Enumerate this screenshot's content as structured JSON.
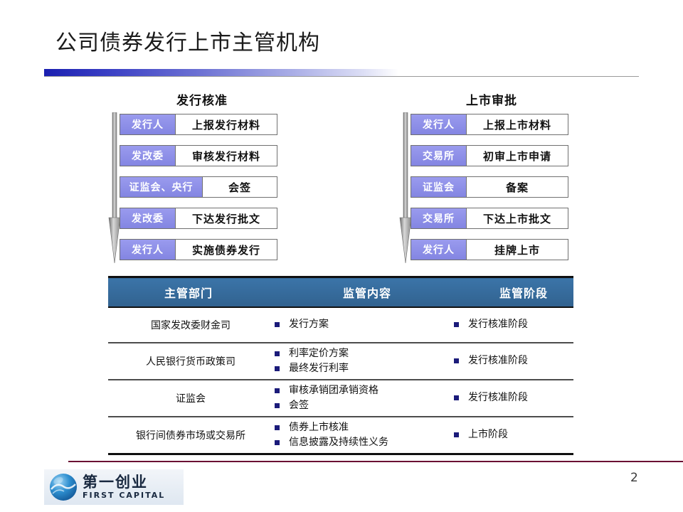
{
  "slide": {
    "title": "公司债券发行上市主管机构",
    "page_number": "2"
  },
  "flows": {
    "left": {
      "heading": "发行核准",
      "arrow_icon": "arrow-down-icon",
      "rows": [
        {
          "actor": "发行人",
          "action": "上报发行材料",
          "wide_actor": false
        },
        {
          "actor": "发改委",
          "action": "审核发行材料",
          "wide_actor": false
        },
        {
          "actor": "证监会、央行",
          "action": "会签",
          "wide_actor": true
        },
        {
          "actor": "发改委",
          "action": "下达发行批文",
          "wide_actor": false
        },
        {
          "actor": "发行人",
          "action": "实施债券发行",
          "wide_actor": false
        }
      ]
    },
    "right": {
      "heading": "上市审批",
      "arrow_icon": "arrow-down-icon",
      "rows": [
        {
          "actor": "发行人",
          "action": "上报上市材料",
          "wide_actor": false
        },
        {
          "actor": "交易所",
          "action": "初审上市申请",
          "wide_actor": false
        },
        {
          "actor": "证监会",
          "action": "备案",
          "wide_actor": false
        },
        {
          "actor": "交易所",
          "action": "下达上市批文",
          "wide_actor": false
        },
        {
          "actor": "发行人",
          "action": "挂牌上市",
          "wide_actor": false
        }
      ]
    }
  },
  "table": {
    "headers": [
      "主管部门",
      "监管内容",
      "监管阶段"
    ],
    "rows": [
      {
        "department": "国家发改委财金司",
        "scope": [
          "发行方案"
        ],
        "stage": [
          "发行核准阶段"
        ]
      },
      {
        "department": "人民银行货币政策司",
        "scope": [
          "利率定价方案",
          "最终发行利率"
        ],
        "stage": [
          "发行核准阶段"
        ]
      },
      {
        "department": "证监会",
        "scope": [
          "审核承销团承销资格",
          "会签"
        ],
        "stage": [
          "发行核准阶段"
        ]
      },
      {
        "department": "银行间债券市场或交易所",
        "scope": [
          "债券上市核准",
          "信息披露及持续性义务"
        ],
        "stage": [
          "上市阶段"
        ]
      }
    ]
  },
  "footer": {
    "logo_cn": "第一创业",
    "logo_en": "FIRST CAPITAL",
    "logo_icon": "globe-icon"
  },
  "colors": {
    "title_rule_start": "#1a1fb0",
    "actor_purple": "#8f90e8",
    "table_header_blue": "#356a9c",
    "bullet_navy": "#1b1b7a",
    "footer_rule_maroon": "#6a1033"
  }
}
